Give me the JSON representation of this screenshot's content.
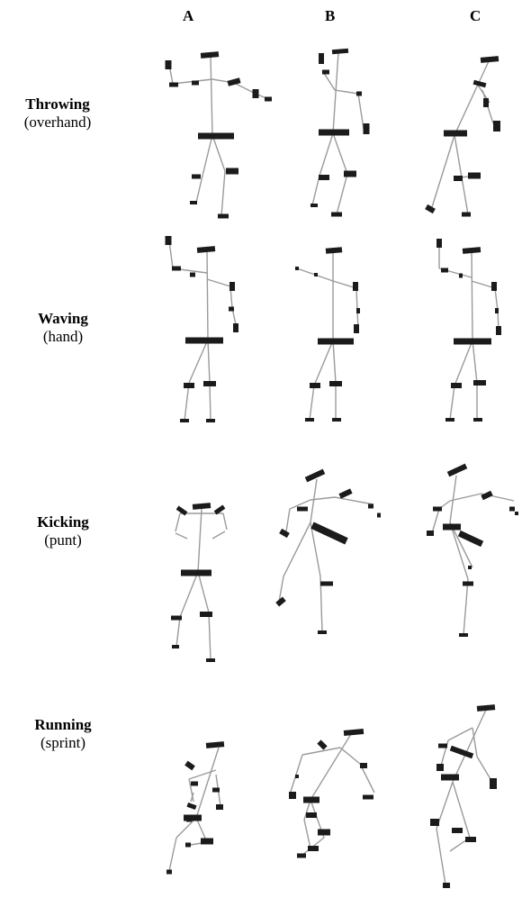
{
  "columns": [
    "A",
    "B",
    "C"
  ],
  "rows": [
    {
      "name": "Throwing",
      "sub": "(overhand)"
    },
    {
      "name": "Waving",
      "sub": "(hand)"
    },
    {
      "name": "Kicking",
      "sub": "(punt)"
    },
    {
      "name": "Running",
      "sub": "(sprint)"
    }
  ]
}
